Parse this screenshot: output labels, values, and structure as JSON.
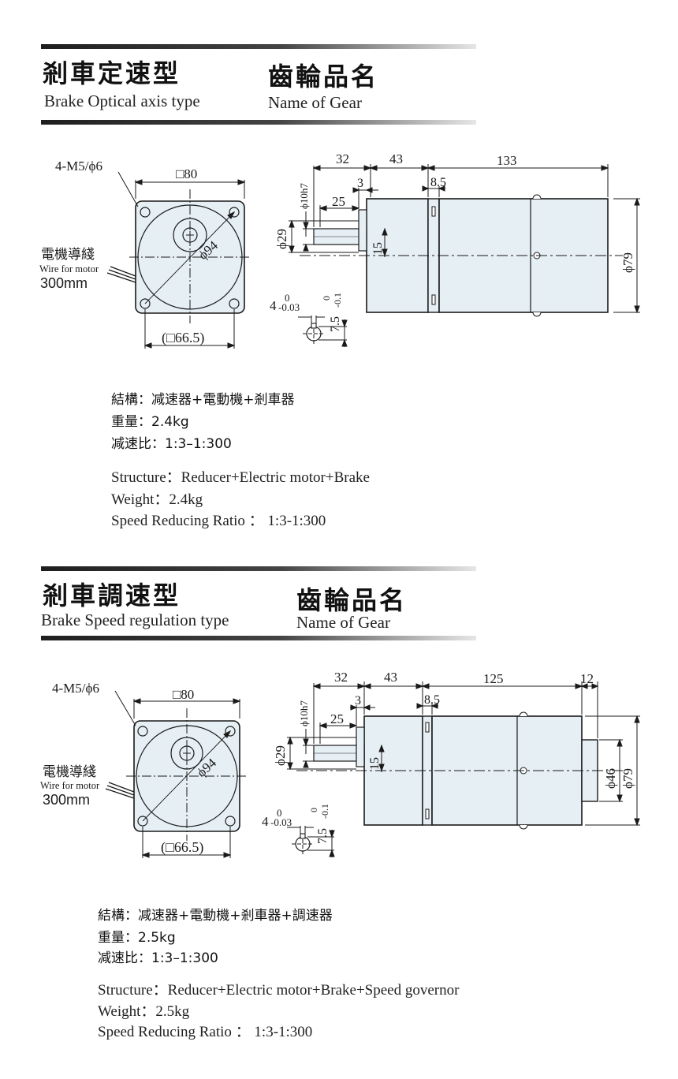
{
  "sections": [
    {
      "title_cn": "剎車定速型",
      "title_en": "Brake Optical axis type",
      "name_cn": "齒輪品名",
      "name_en": "Name of Gear",
      "front": {
        "mount_label": "4-M5/ϕ6",
        "square": "□80",
        "diameter": "ϕ94",
        "inner_square": "(□66.5)",
        "wire_cn": "電機導綫",
        "wire_en": "Wire for motor",
        "wire_len": "300mm"
      },
      "side": {
        "d32": "32",
        "d43": "43",
        "d_motor": "133",
        "d3": "3",
        "d8_5": "8.5",
        "d25": "25",
        "shaft": "ϕ10h7",
        "d29": "ϕ29",
        "d15": "15",
        "d79": "ϕ79",
        "d46": "",
        "key_w": "4",
        "key_w_tol_top": "0",
        "key_w_tol_bot": "-0.03",
        "key_h": "7.5",
        "key_h_tol_top": "0",
        "key_h_tol_bot": "-0.1"
      },
      "specs_cn": [
        "結構：减速器+電動機+剎車器",
        "重量：2.4kg",
        "减速比：1:3–1:300"
      ],
      "specs_en": [
        "Structure：Reducer+Electric motor+Brake",
        "Weight：2.4kg",
        "Speed Reducing Ratio ： 1:3-1:300"
      ]
    },
    {
      "title_cn": "剎車調速型",
      "title_en": "Brake Speed regulation type",
      "name_cn": "齒輪品名",
      "name_en": "Name of Gear",
      "front": {
        "mount_label": "4-M5/ϕ6",
        "square": "□80",
        "diameter": "ϕ94",
        "inner_square": "(□66.5)",
        "wire_cn": "電機導綫",
        "wire_en": "Wire for motor",
        "wire_len": "300mm"
      },
      "side": {
        "d32": "32",
        "d43": "43",
        "d_motor": "125",
        "d12": "12",
        "d3": "3",
        "d8_5": "8.5",
        "d25": "25",
        "shaft": "ϕ10h7",
        "d29": "ϕ29",
        "d15": "15",
        "d79": "ϕ79",
        "d46": "ϕ46",
        "key_w": "4",
        "key_w_tol_top": "0",
        "key_w_tol_bot": "-0.03",
        "key_h": "7.5",
        "key_h_tol_top": "0",
        "key_h_tol_bot": "-0.1"
      },
      "specs_cn": [
        "結構：减速器+電動機+剎車器+調速器",
        "重量：2.5kg",
        "减速比：1:3–1:300"
      ],
      "specs_en": [
        "Structure：Reducer+Electric motor+Brake+Speed governor",
        "Weight：2.5kg",
        "Speed Reducing Ratio ： 1:3-1:300"
      ]
    }
  ],
  "colors": {
    "body_fill": "#e6eff4",
    "line": "#1a1a1a",
    "bar_dark": "#1e1e1e"
  }
}
